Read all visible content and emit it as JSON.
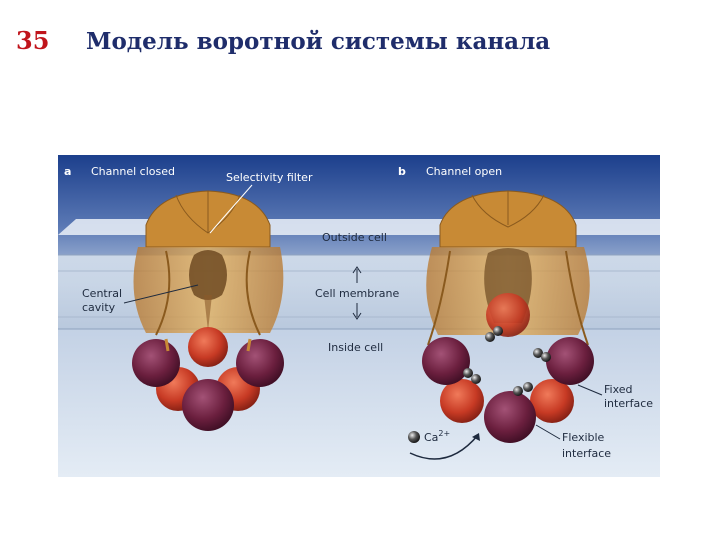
{
  "header": {
    "slide_number": "35",
    "title": "Модель воротной системы канала"
  },
  "figure": {
    "panel_a": {
      "letter": "a",
      "label": "Channel closed"
    },
    "panel_b": {
      "letter": "b",
      "label": "Channel open"
    },
    "labels": {
      "selectivity_filter": "Selectivity filter",
      "outside_cell": "Outside cell",
      "cell_membrane": "Cell membrane",
      "inside_cell": "Inside cell",
      "central_cavity_1": "Central",
      "central_cavity_2": "cavity",
      "fixed_interface_1": "Fixed",
      "fixed_interface_2": "interface",
      "flexible_interface_1": "Flexible",
      "flexible_interface_2": "interface",
      "ion": "Ca",
      "ion_sup": "2+"
    },
    "colors": {
      "background_top": "#1c3f8c",
      "membrane": "#c9d6e6",
      "protein_tan": "#d89a3c",
      "domain_red": "#c0392b",
      "domain_purple": "#6b1f3e"
    }
  }
}
